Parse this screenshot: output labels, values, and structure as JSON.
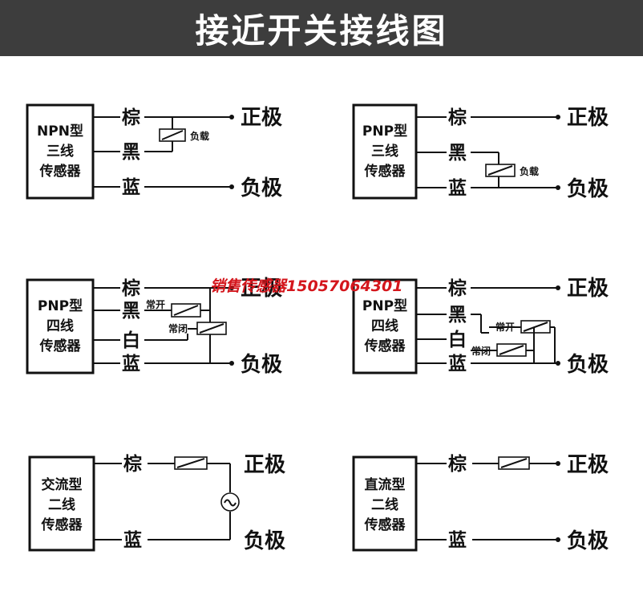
{
  "header": {
    "title": "接近开关接线图"
  },
  "panels": {
    "npn3": {
      "box": [
        "NPN型",
        "三线",
        "传感器"
      ],
      "wires": [
        "棕",
        "黑",
        "蓝"
      ],
      "load": "负载",
      "pos": "正极",
      "neg": "负极"
    },
    "pnp3": {
      "box": [
        "PNP型",
        "三线",
        "传感器"
      ],
      "wires": [
        "棕",
        "黑",
        "蓝"
      ],
      "load": "负载",
      "pos": "正极",
      "neg": "负极"
    },
    "pnp4a": {
      "box": [
        "PNP型",
        "四线",
        "传感器"
      ],
      "wires": [
        "棕",
        "黑",
        "白",
        "蓝"
      ],
      "no": "常开",
      "nc": "常闭",
      "pos": "正极",
      "neg": "负极"
    },
    "pnp4b": {
      "box": [
        "PNP型",
        "四线",
        "传感器"
      ],
      "wires": [
        "棕",
        "黑",
        "白",
        "蓝"
      ],
      "no": "常开",
      "nc": "常闭",
      "pos": "正极",
      "neg": "负极"
    },
    "ac2": {
      "box": [
        "交流型",
        "二线",
        "传感器"
      ],
      "wires": [
        "棕",
        "蓝"
      ],
      "pos": "正极",
      "neg": "负极"
    },
    "dc2": {
      "box": [
        "直流型",
        "二线",
        "传感器"
      ],
      "wires": [
        "棕",
        "蓝"
      ],
      "pos": "正极",
      "neg": "负极"
    }
  },
  "watermark": "销售传感器15057064301",
  "colors": {
    "header_bg": "#3d3d3d",
    "watermark": "#d4161c"
  }
}
